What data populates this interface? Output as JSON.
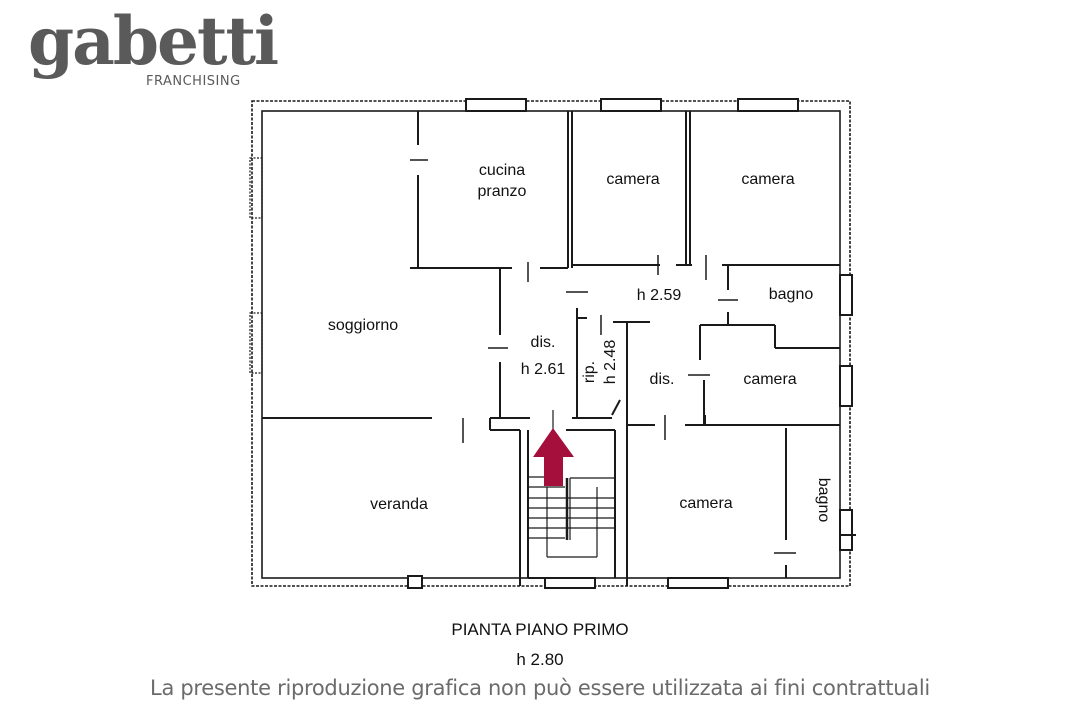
{
  "brand": {
    "name": "gabetti",
    "subtitle": "FRANCHISING",
    "color": "#5a5a5a"
  },
  "floorplan": {
    "rooms": [
      {
        "id": "cucina",
        "label_line1": "cucina",
        "label_line2": "pranzo"
      },
      {
        "id": "camera1",
        "label": "camera"
      },
      {
        "id": "camera2",
        "label": "camera"
      },
      {
        "id": "soggiorno",
        "label": "soggiorno"
      },
      {
        "id": "dis1",
        "label": "dis.",
        "height": "h 2.61"
      },
      {
        "id": "corridor",
        "height": "h 2.59"
      },
      {
        "id": "bagno1",
        "label": "bagno"
      },
      {
        "id": "rip",
        "label": "rip.",
        "height": "h 2.48"
      },
      {
        "id": "dis2",
        "label": "dis."
      },
      {
        "id": "camera3",
        "label": "camera"
      },
      {
        "id": "veranda",
        "label": "veranda"
      },
      {
        "id": "camera4",
        "label": "camera"
      },
      {
        "id": "bagno2",
        "label": "bagno"
      }
    ],
    "entrance_arrow_color": "#a50f3c",
    "wall_color": "#1a1a1a"
  },
  "captions": {
    "title": "PIANTA PIANO PRIMO",
    "height": "h 2.80",
    "disclaimer": "La presente riproduzione grafica non può essere utilizzata ai fini contrattuali"
  }
}
